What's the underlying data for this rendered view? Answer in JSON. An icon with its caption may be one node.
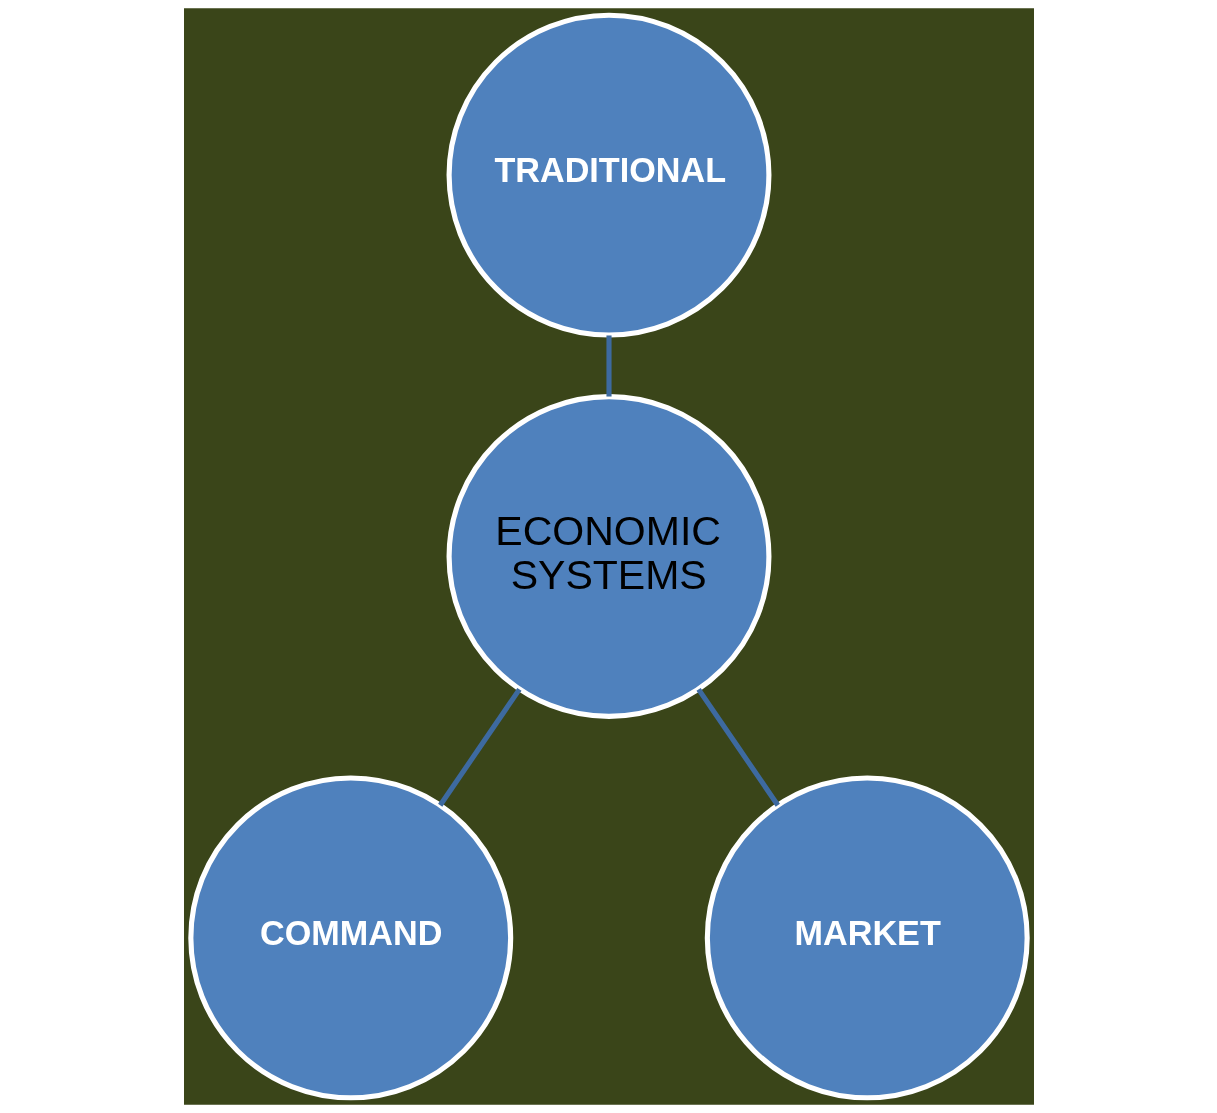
{
  "diagram": {
    "nodes": [
      {
        "text": [
          "TRADITIONAL"
        ]
      },
      {
        "text": [
          "ECONOMIC SYSTEMS"
        ]
      },
      {
        "text": [
          "COMMAND"
        ]
      },
      {
        "text": [
          "MARKET"
        ]
      }
    ],
    "edges": [
      {
        "from": 0,
        "to": 1,
        "arrow": "none"
      },
      {
        "from": 1,
        "to": 2,
        "arrow": "none"
      },
      {
        "from": 1,
        "to": 3,
        "arrow": "none"
      }
    ]
  }
}
